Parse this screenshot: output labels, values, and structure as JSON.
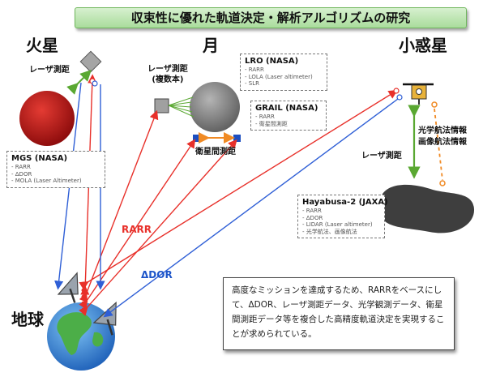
{
  "title": "収束性に優れた軌道決定・解析アルゴリズムの研究",
  "bodies": {
    "mars": "火星",
    "moon": "月",
    "asteroid": "小惑星",
    "earth": "地球"
  },
  "labels": {
    "mars_laser": "レーザ測距",
    "moon_laser_line1": "レーザ測距",
    "moon_laser_line2": "(複数本)",
    "inter_satellite": "衛星間測距",
    "asteroid_laser": "レーザ測距",
    "optical_nav": "光学航法情報",
    "image_nav": "画像航法情報",
    "rarr": "RARR",
    "ddor": "ΔDOR"
  },
  "missions": {
    "mgs": {
      "title": "MGS (NASA)",
      "items": [
        "RARR",
        "ΔDOR",
        "MOLA (Laser Altimeter)"
      ]
    },
    "lro": {
      "title": "LRO (NASA)",
      "items": [
        "RARR",
        "LOLA (Laser altimeter)",
        "SLR"
      ]
    },
    "grail": {
      "title": "GRAIL (NASA)",
      "items": [
        "RARR",
        "衛星間測距"
      ]
    },
    "hayabusa2": {
      "title": "Hayabusa-2 (JAXA)",
      "items": [
        "RARR",
        "ΔDOR",
        "LIDAR (Laser altimeter)",
        "光学航法、画像航法"
      ]
    }
  },
  "summary": "高度なミッションを達成するため、RARRをベースにして、ΔDOR、レーザ測距データ、光学観測データ、衛星間測距データ等を複合した高精度軌道決定を実現することが求められている。",
  "colors": {
    "rarr_line": "#e8302a",
    "ddor_line": "#2f5fd6",
    "laser_line": "#5aa832",
    "banner": "#a9dc9c"
  }
}
